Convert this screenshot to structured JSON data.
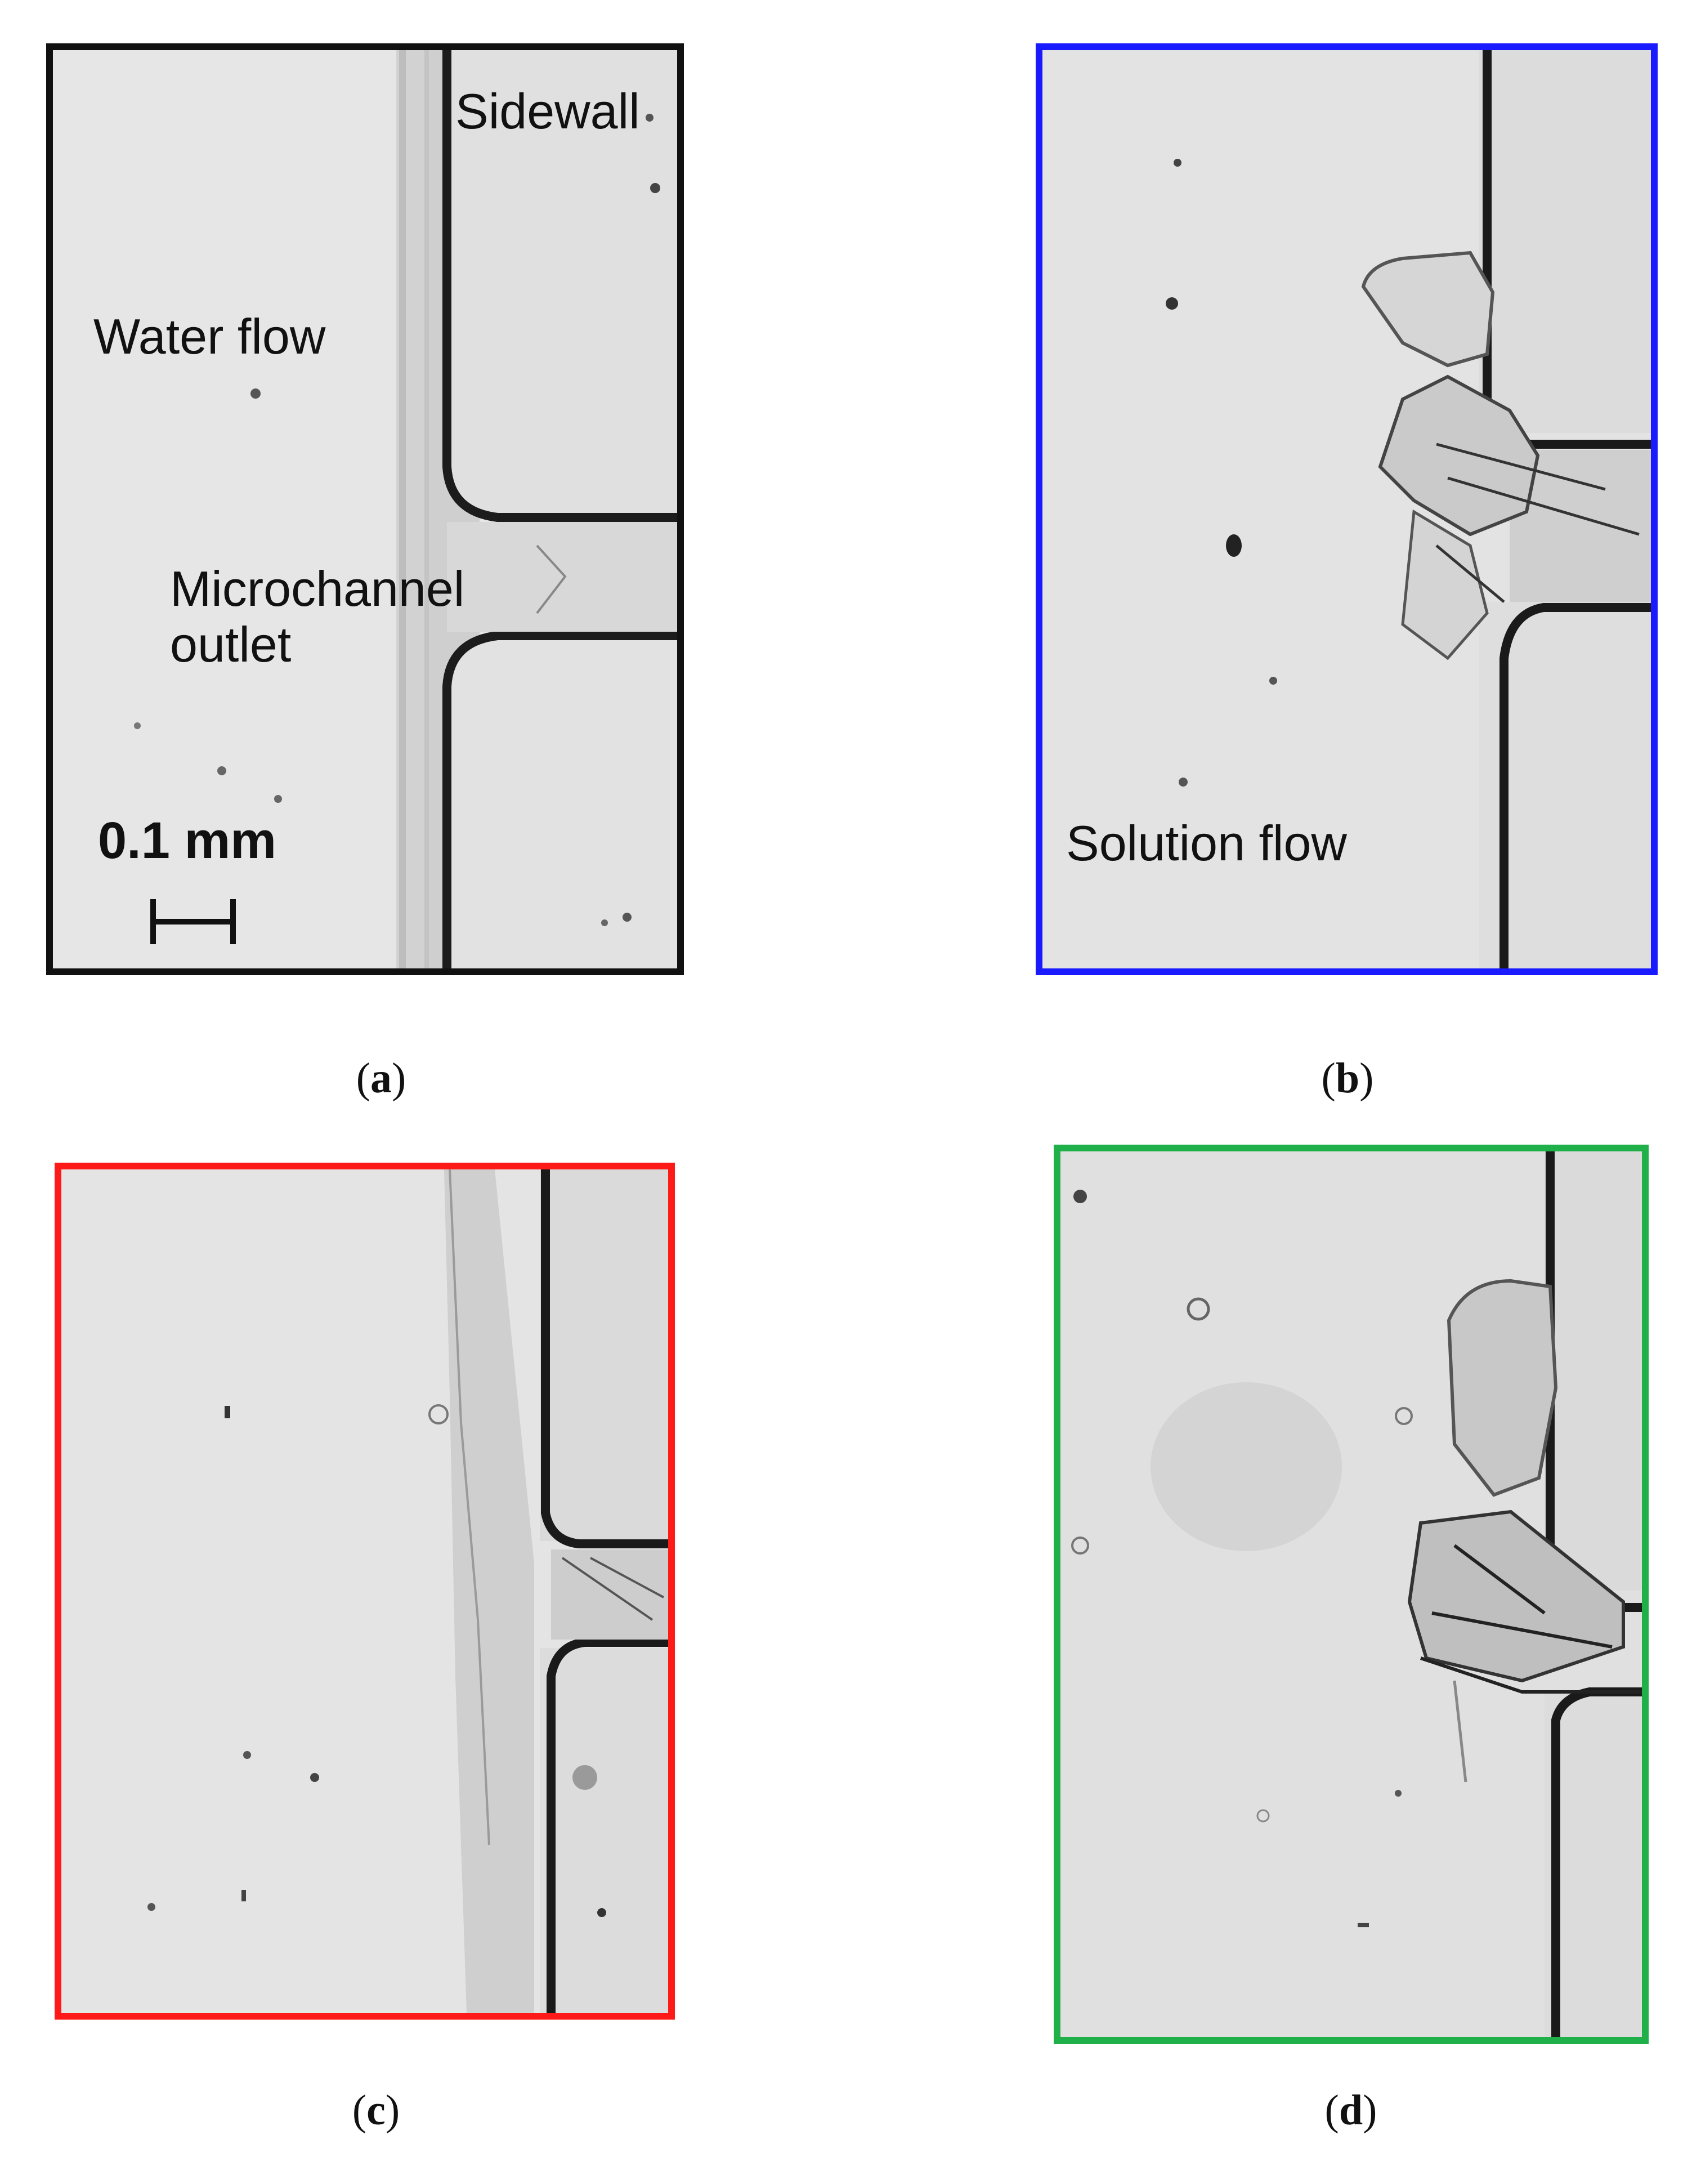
{
  "panels": [
    {
      "id": "a",
      "caption_letter": "a",
      "frame_color": "#111111",
      "labels": {
        "sidewall": "Sidewall",
        "water_flow": "Water flow",
        "microchannel_outlet": "Microchannel\noutlet",
        "scale": "0.1 mm"
      }
    },
    {
      "id": "b",
      "caption_letter": "b",
      "frame_color": "#1a1aff",
      "labels": {
        "solution_flow": "Solution flow"
      }
    },
    {
      "id": "c",
      "caption_letter": "c",
      "frame_color": "#ff1a1a",
      "labels": {}
    },
    {
      "id": "d",
      "caption_letter": "d",
      "frame_color": "#1fb04a",
      "labels": {}
    }
  ]
}
